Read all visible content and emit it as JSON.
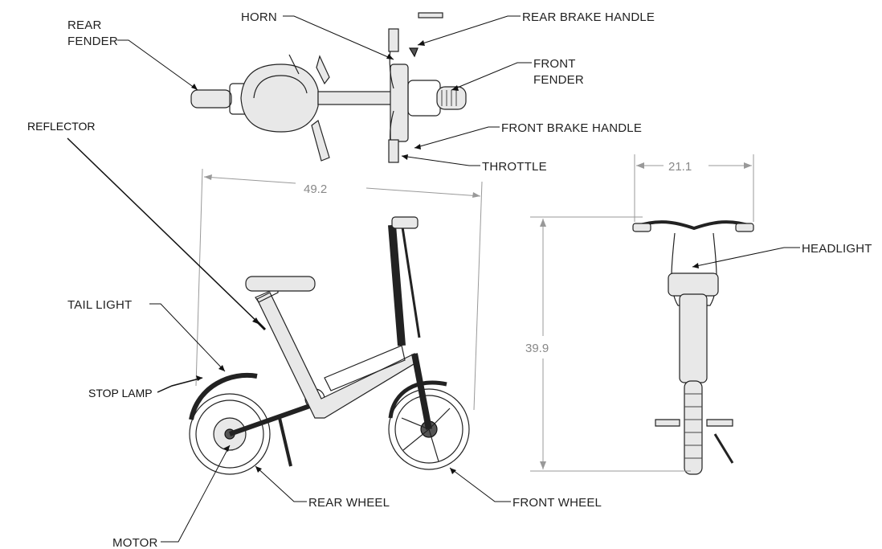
{
  "labels": {
    "horn": "HORN",
    "rear_brake_handle": "REAR BRAKE HANDLE",
    "rear_fender_1": "REAR",
    "rear_fender_2": "FENDER",
    "front_fender_1": "FRONT",
    "front_fender_2": "FENDER",
    "reflector": "REFLECTOR",
    "front_brake_handle": "FRONT BRAKE HANDLE",
    "throttle": "THROTTLE",
    "headlight": "HEADLIGHT",
    "tail_light": "TAIL LIGHT",
    "stop_lamp": "STOP LAMP",
    "rear_wheel": "REAR WHEEL",
    "front_wheel": "FRONT WHEEL",
    "motor": "MOTOR"
  },
  "dimensions": {
    "length": "49.2",
    "width": "21.1",
    "height": "39.9"
  },
  "colors": {
    "ink": "#222222",
    "dimension": "#999999"
  }
}
